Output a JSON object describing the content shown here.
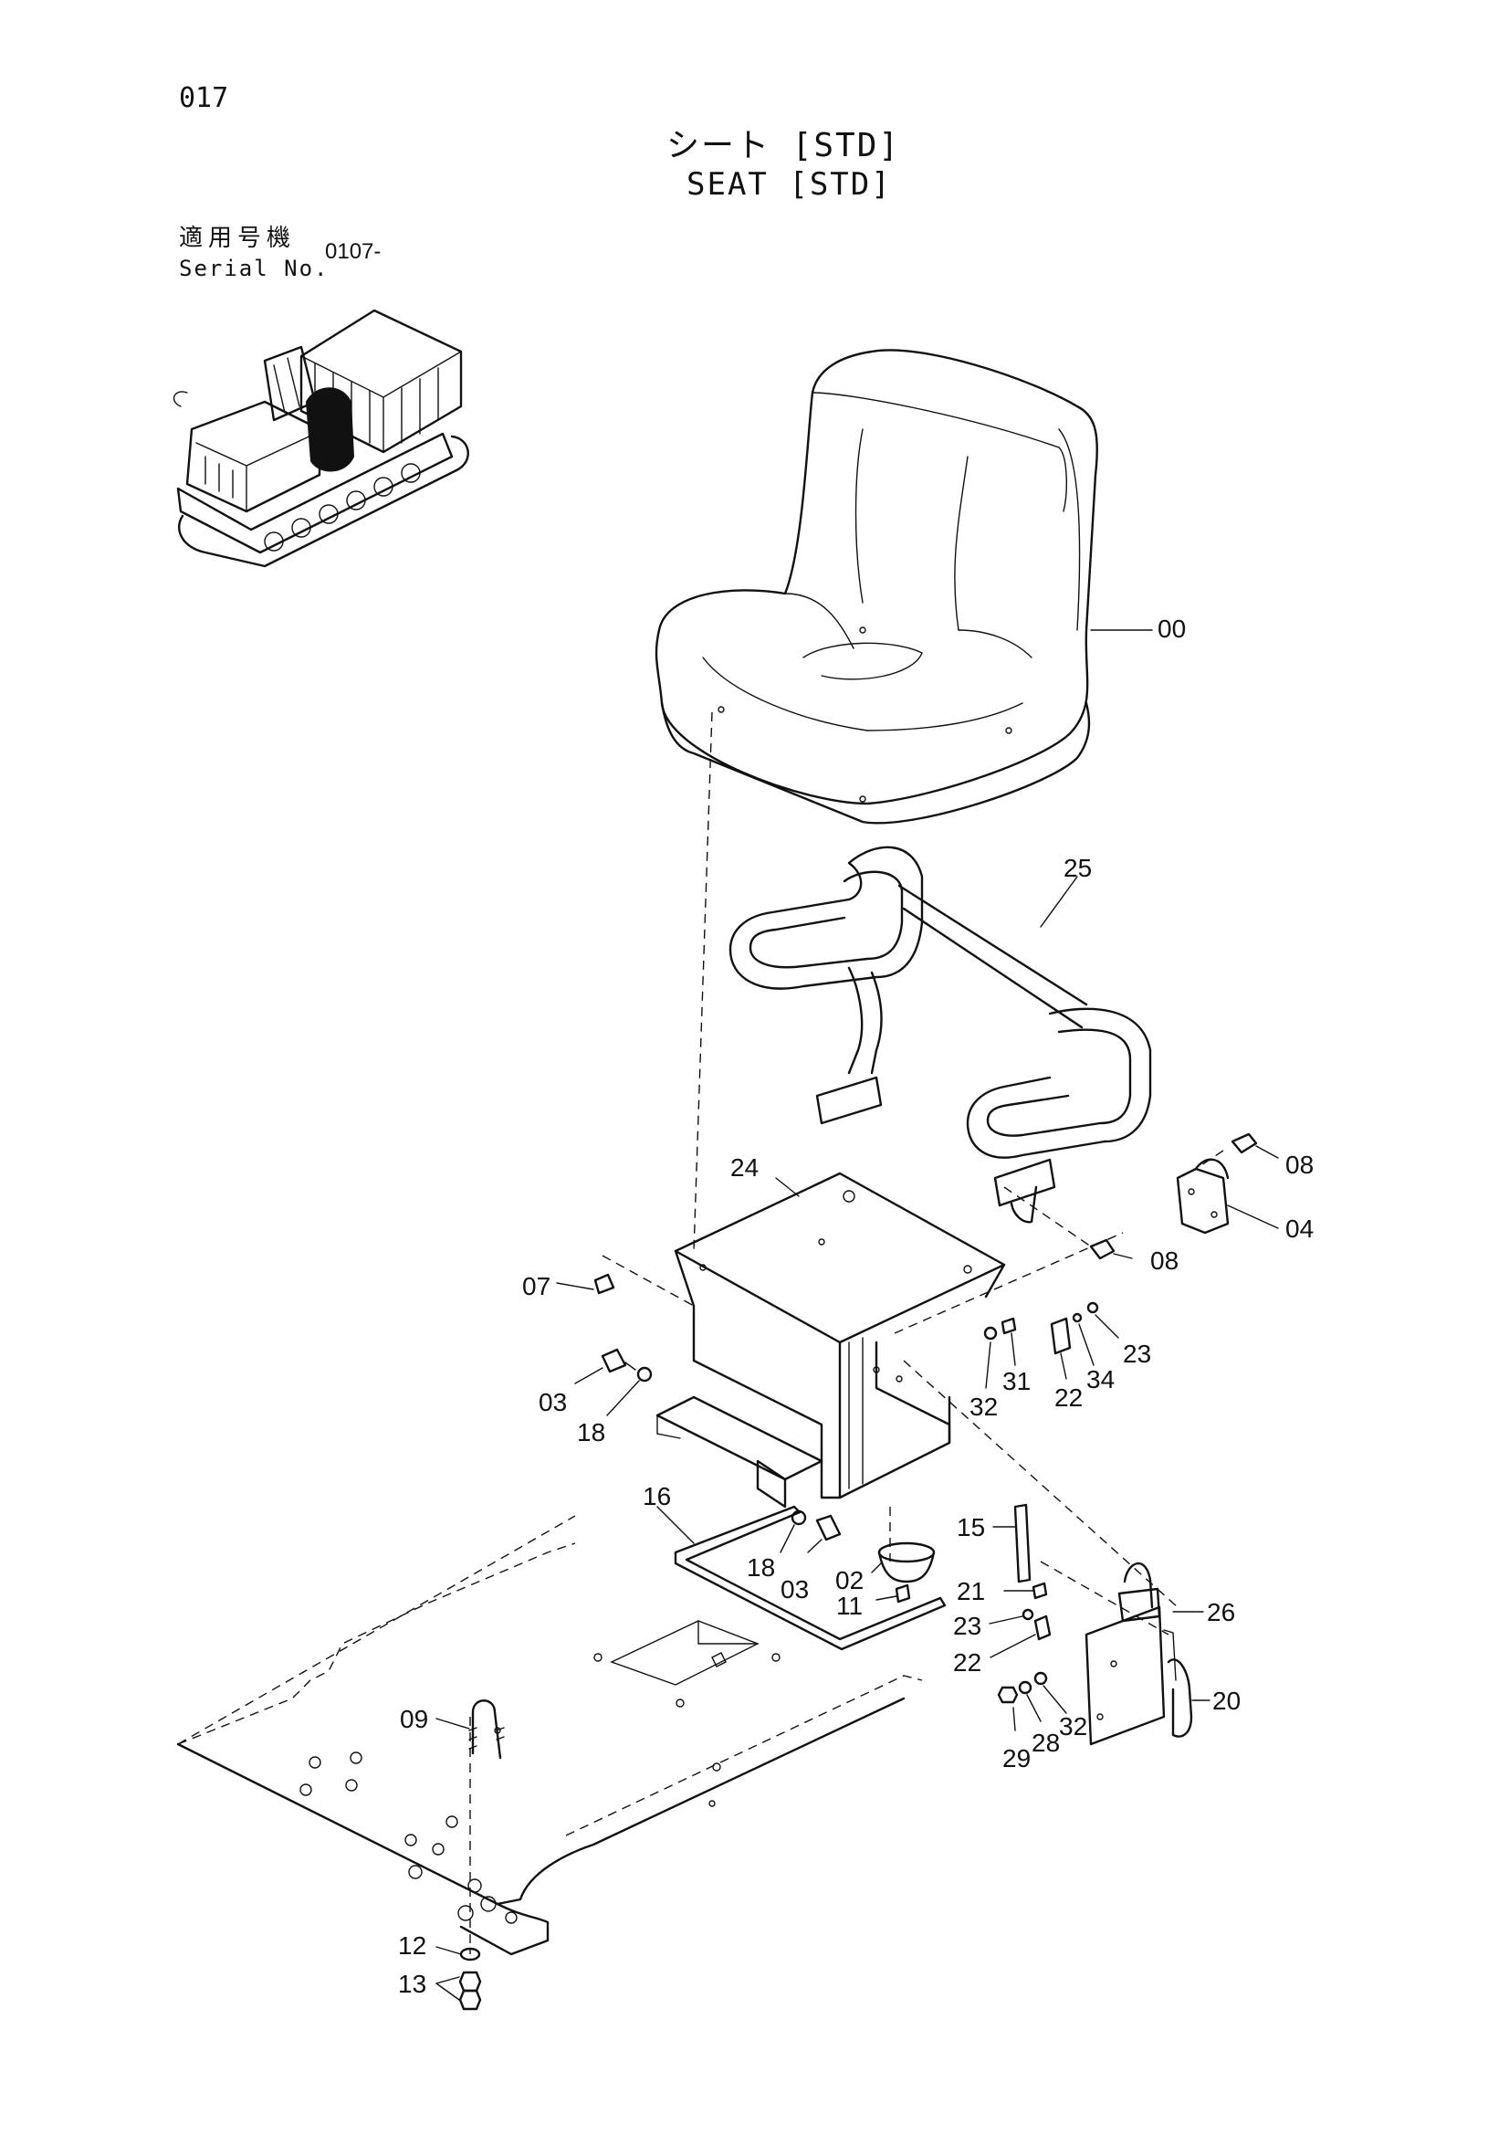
{
  "header": {
    "page_number": "017",
    "title_jp": "シート [STD]",
    "title_en": "SEAT [STD]"
  },
  "serial": {
    "label_jp": "適用号機",
    "label_en": "Serial No.",
    "value": "0107-"
  },
  "parts": {
    "p00": "00",
    "p25": "25",
    "p24": "24",
    "p08a": "08",
    "p04": "04",
    "p08b": "08",
    "p07": "07",
    "p03a": "03",
    "p18a": "18",
    "p32a": "32",
    "p31": "31",
    "p22a": "22",
    "p34": "34",
    "p23a": "23",
    "p16": "16",
    "p18b": "18",
    "p03b": "03",
    "p02": "02",
    "p11": "11",
    "p15": "15",
    "p21": "21",
    "p26": "26",
    "p23b": "23",
    "p22b": "22",
    "p20": "20",
    "p09": "09",
    "p32b": "32",
    "p28": "28",
    "p29": "29",
    "p12": "12",
    "p13": "13"
  }
}
